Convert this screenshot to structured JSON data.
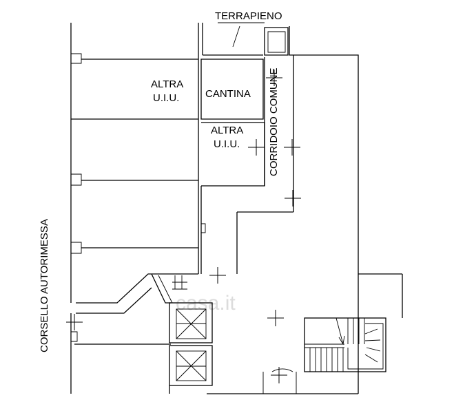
{
  "labels": {
    "terrapieno": "TERRAPIENO",
    "altra_uiu_1_line1": "ALTRA",
    "altra_uiu_1_line2": "U.I.U.",
    "cantina": "CANTINA",
    "altra_uiu_2_line1": "ALTRA",
    "altra_uiu_2_line2": "U.I.U.",
    "corridoio_comune": "CORRIDOIO COMUNE",
    "corsello_autorimessa": "CORSELLO AUTORIMESSA"
  },
  "watermark": "casa.it",
  "colors": {
    "line": "#000000",
    "background": "#ffffff",
    "watermark": "#dcdcdc"
  }
}
